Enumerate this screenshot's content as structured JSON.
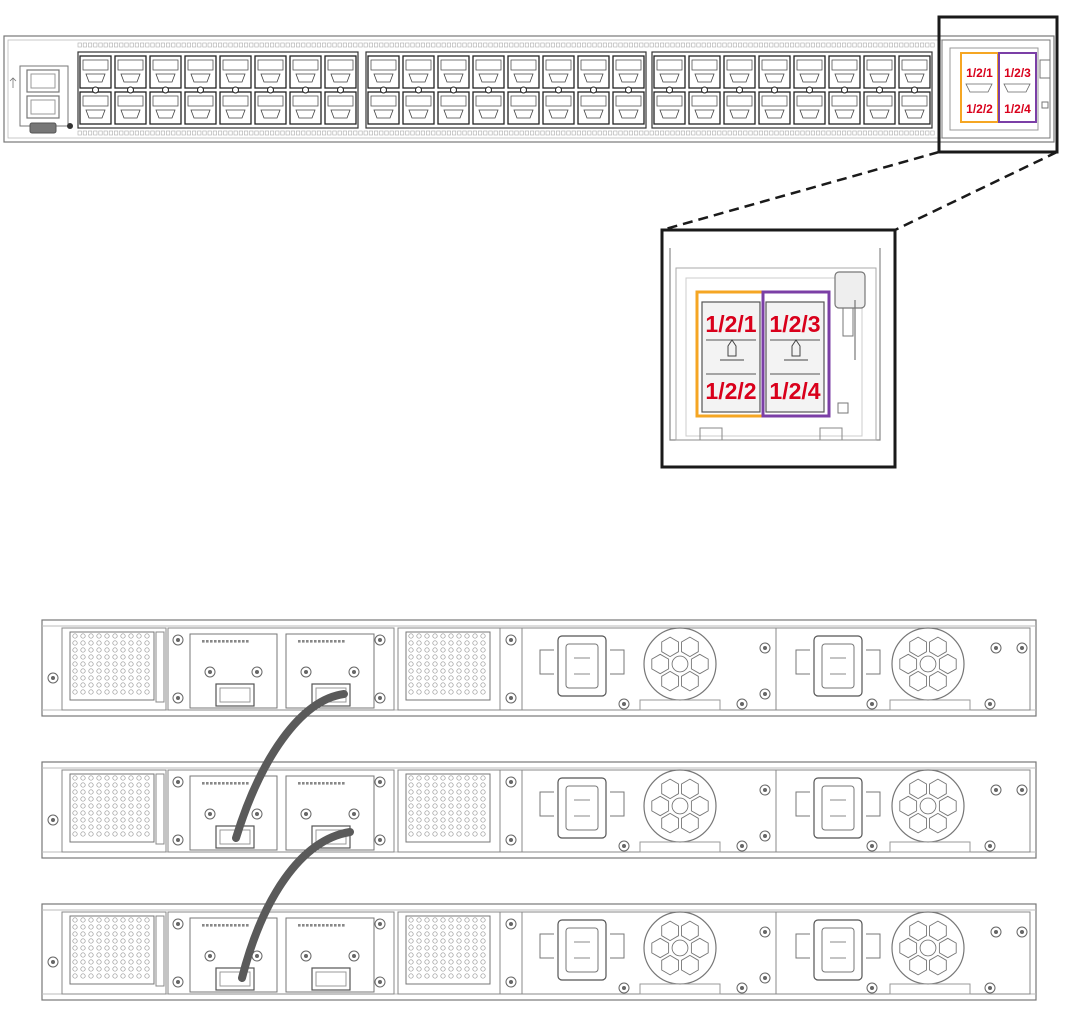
{
  "colors": {
    "port_label": "#d9001b",
    "group_left": "#f5a623",
    "group_right": "#7b3fa6",
    "outline": "#1a1a1a",
    "line_art": "#777777",
    "cable": "#5a5a5a"
  },
  "front_panel": {
    "ports_per_block": 8,
    "blocks": 3,
    "uplink_ports": {
      "group_left": [
        "1/2/1",
        "1/2/2"
      ],
      "group_right": [
        "1/2/3",
        "1/2/4"
      ]
    }
  },
  "zoom_callout": {
    "ports": [
      "1/2/1",
      "1/2/3",
      "1/2/2",
      "1/2/4"
    ]
  },
  "rear_units": 3,
  "stack_cables": 2,
  "icons": [
    "usb-icon",
    "console-port-icon",
    "fan-icon",
    "power-inlet-icon"
  ]
}
